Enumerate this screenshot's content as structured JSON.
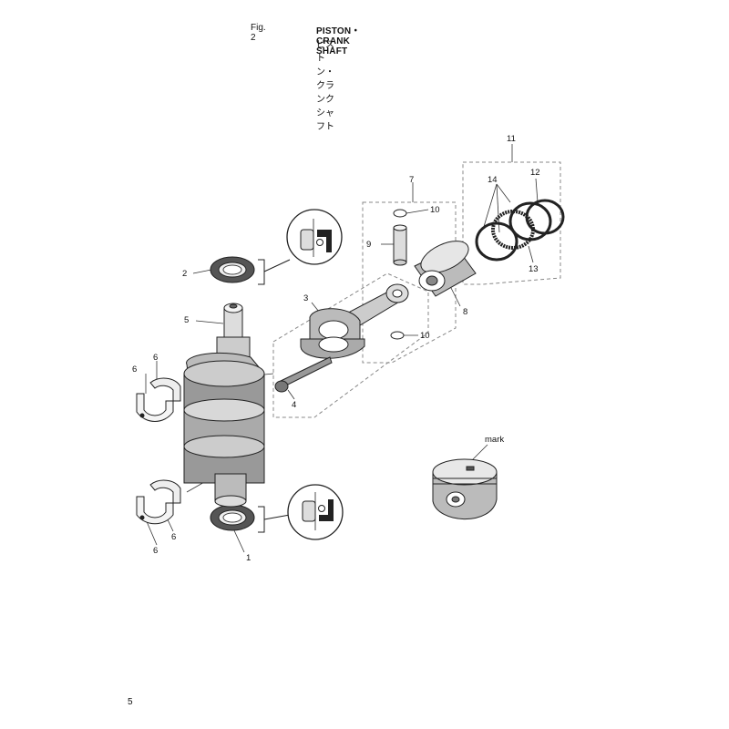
{
  "header": {
    "fig_label": "Fig. 2",
    "title_en": "PISTON・CRANK SHAFT",
    "title_jp": "ピストン・クランクシャフト"
  },
  "callouts": {
    "c1": "1",
    "c2": "2",
    "c3": "3",
    "c4": "4",
    "c5": "5",
    "c6a": "6",
    "c6b": "6",
    "c6c": "6",
    "c6d": "6",
    "c7": "7",
    "c8": "8",
    "c9": "9",
    "c10a": "10",
    "c10b": "10",
    "c11": "11",
    "c12": "12",
    "c13": "13",
    "c14": "14",
    "mark": "mark"
  },
  "footer": {
    "page_number": "5"
  }
}
